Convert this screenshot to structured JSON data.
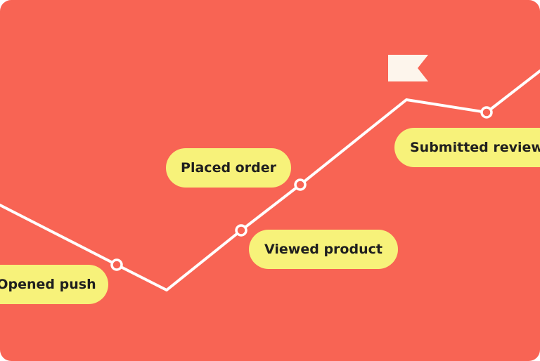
{
  "colors": {
    "background": "#f86454",
    "line": "#ffffff",
    "pill": "#f7f27a",
    "pill_text": "#1f1f1f",
    "flag": "#fdf5ec"
  },
  "icons": {
    "goal": "flag-icon",
    "milestone": "circle-marker-icon"
  },
  "events": [
    {
      "label": "Opened push"
    },
    {
      "label": "Placed order"
    },
    {
      "label": "Viewed product"
    },
    {
      "label": "Submitted review"
    }
  ]
}
